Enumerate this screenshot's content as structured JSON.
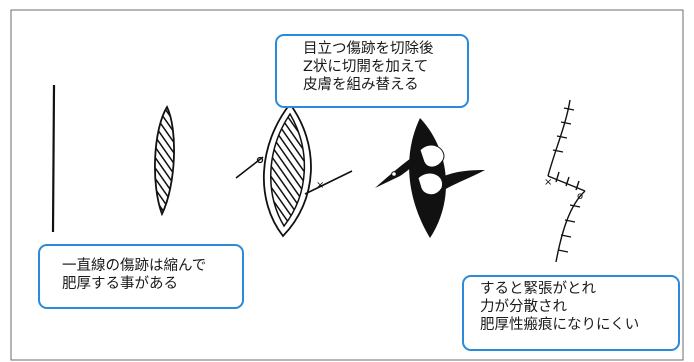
{
  "callouts": {
    "top": [
      "目立つ傷跡を切除後",
      "Z状に切開を加えて",
      "皮膚を組み替える"
    ],
    "left": [
      "一直線の傷跡は縮んで",
      "肥厚する事がある"
    ],
    "right": [
      "すると緊張がとれ",
      "力が分散され",
      "肥厚性瘢痕になりにくい"
    ]
  },
  "figure_marks": {
    "circle": "o",
    "cross": "×"
  },
  "colors": {
    "callout_border": "#2b8ad9",
    "ink": "#111111",
    "frame": "#6c6c6c"
  }
}
